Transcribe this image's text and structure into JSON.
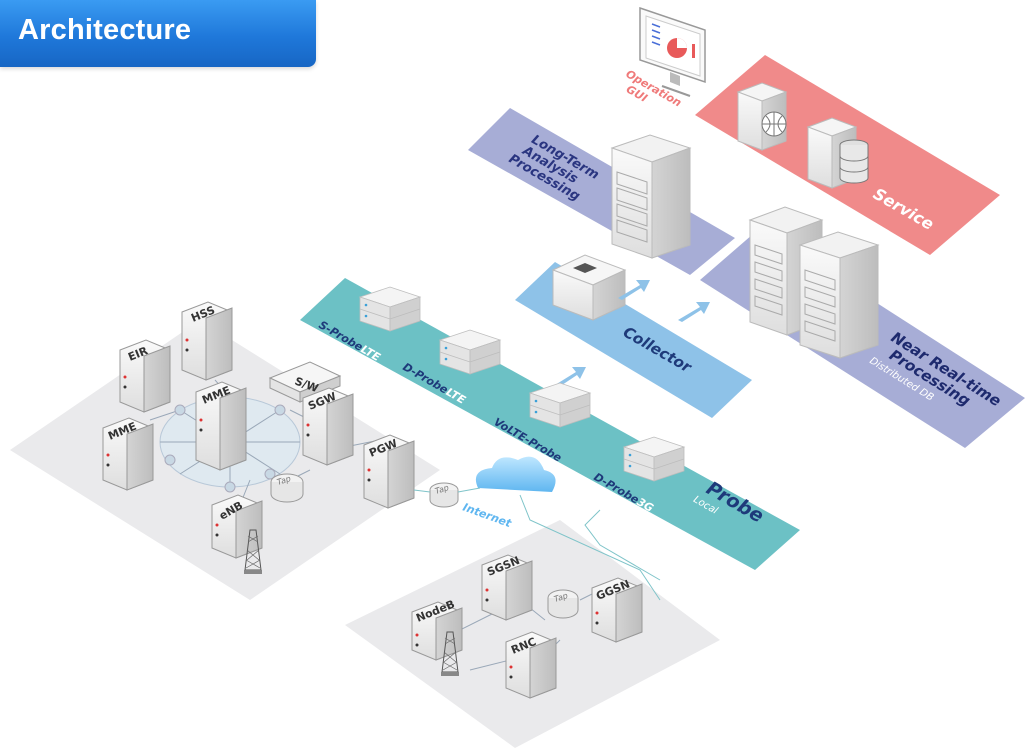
{
  "header": {
    "title": "Architecture"
  },
  "gui": {
    "label_line1": "Operation",
    "label_line2": "GUI"
  },
  "long_term": {
    "line1": "Long-Term",
    "line2": "Analysis",
    "line3": "Processing"
  },
  "service": {
    "label": "Service"
  },
  "collector": {
    "label": "Collector"
  },
  "near_real_time": {
    "line1": "Near Real-time",
    "line2": "Processing",
    "sub": "Distributed DB"
  },
  "probe": {
    "label": "Probe",
    "sub": "Local",
    "s_probe": {
      "name": "S-Probe",
      "suffix": "LTE"
    },
    "d_probe_lte": {
      "name": "D-Probe",
      "suffix": "LTE"
    },
    "volte_probe": {
      "name": "VoLTE-Probe"
    },
    "d_probe_3g": {
      "name": "D-Probe",
      "suffix": "3G"
    }
  },
  "lte_network": {
    "hss": "HSS",
    "eir": "EIR",
    "mme": "MME",
    "mme_core": "MME",
    "switch": "S/W",
    "sgw": "SGW",
    "pgw": "PGW",
    "enb": "eNB",
    "tap": "Tap"
  },
  "internet": {
    "label": "Internet",
    "tap": "Tap"
  },
  "umts_network": {
    "nodeb": "NodeB",
    "sgsn": "SGSN",
    "rnc": "RNC",
    "ggsn": "GGSN",
    "tap": "Tap"
  },
  "colors": {
    "header_blue": "#1f78da",
    "long_term_band": "#a7add6",
    "service_band": "#f08a8a",
    "collector_band": "#8ec2e8",
    "near_rt_band": "#a7add6",
    "probe_band": "#6cc1c5",
    "network_floor": "#eaeaec"
  }
}
